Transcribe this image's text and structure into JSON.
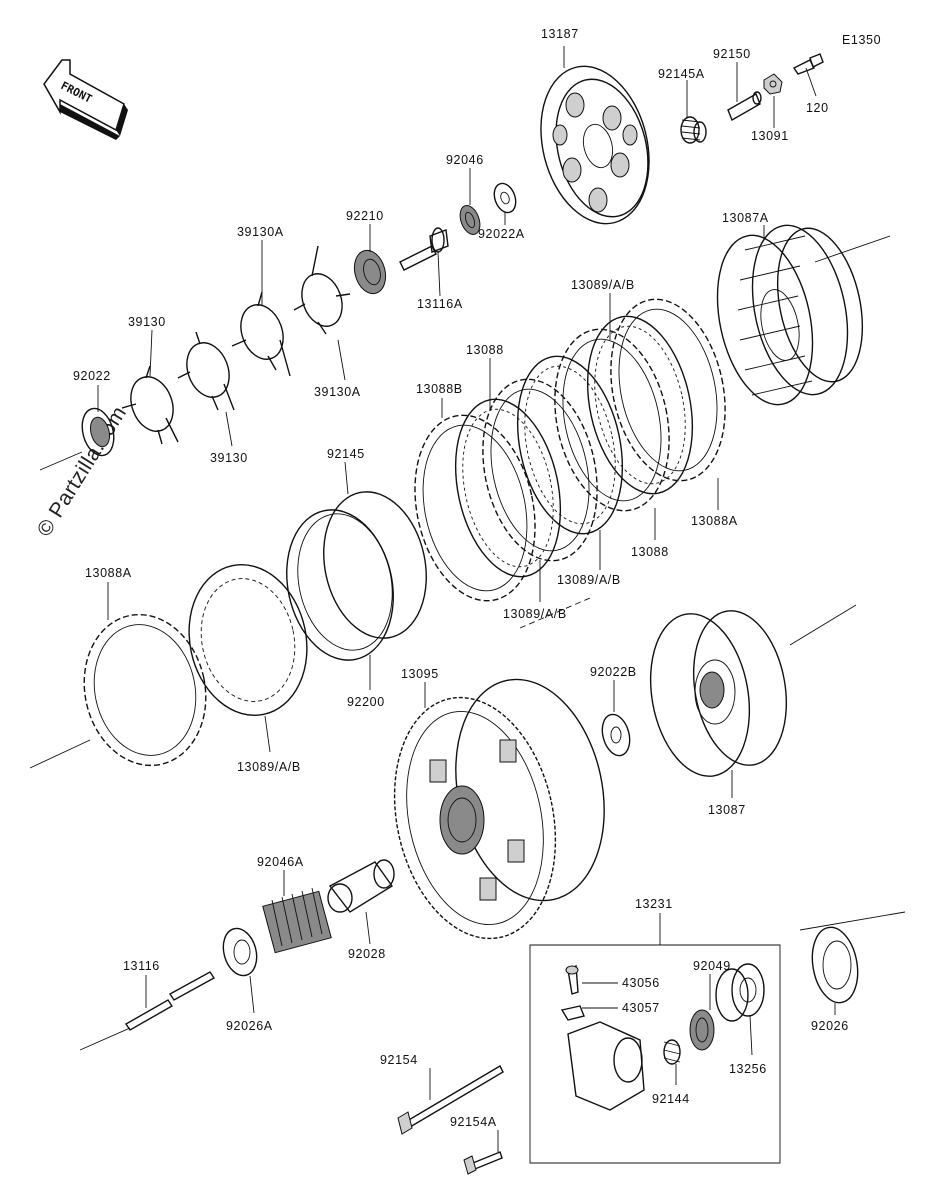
{
  "diagram_code": "E1350",
  "front_label": "FRONT",
  "watermark": "© Partzilla.com",
  "labels": {
    "p13187": "13187",
    "p92150": "92150",
    "p92145A": "92145A",
    "p120": "120",
    "p13091": "13091",
    "p92046": "92046",
    "p92022A": "92022A",
    "p92210": "92210",
    "p13116A": "13116A",
    "p13087A": "13087A",
    "p39130A_top": "39130A",
    "p39130_top": "39130",
    "p39130A_bot": "39130A",
    "p39130_bot": "39130",
    "p92022": "92022",
    "p13089AB_top": "13089/A/B",
    "p13088_top": "13088",
    "p13088B": "13088B",
    "p13088A_right": "13088A",
    "p13088_mid": "13088",
    "p13089AB_mid": "13089/A/B",
    "p13089AB_low": "13089/A/B",
    "p92145": "92145",
    "p13088A_left": "13088A",
    "p92200": "92200",
    "p13089AB_left": "13089/A/B",
    "p13095": "13095",
    "p92022B": "92022B",
    "p13087": "13087",
    "p92046A": "92046A",
    "p92028": "92028",
    "p13231": "13231",
    "p43056": "43056",
    "p92049": "92049",
    "p43057": "43057",
    "p13116": "13116",
    "p92026A": "92026A",
    "p92026": "92026",
    "p13256": "13256",
    "p92154": "92154",
    "p92144": "92144",
    "p92154A": "92154A"
  }
}
